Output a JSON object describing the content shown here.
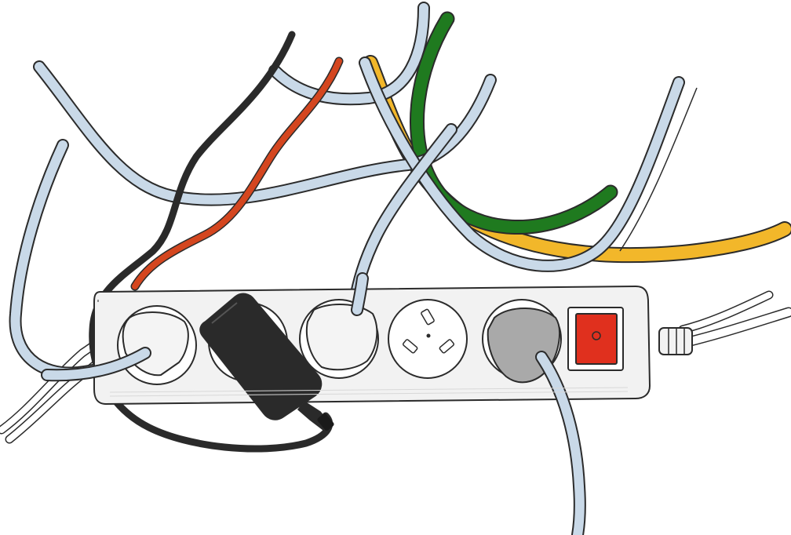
{
  "scene": {
    "subject": "power-strip-with-tangled-cables",
    "style": "hand-drawn-watercolor-sketch"
  },
  "colors": {
    "background": "#ffffff",
    "strip_body": "#f2f2f2",
    "outlet_face": "#ffffff",
    "switch_red": "#e0301e",
    "adapter_black": "#2a2a2a",
    "plug_grey": "#a9a9a9",
    "cable_light_blue": "#c9d9e8",
    "cable_black": "#2a2a2a",
    "cable_red": "#d4461f",
    "cable_green": "#1f7a1f",
    "cable_yellow": "#f2b72a",
    "cable_white": "#ffffff",
    "ink_outline": "#2b2b2b"
  },
  "power_strip": {
    "outlet_count": 5,
    "outlets": [
      {
        "position": 1,
        "state": "occupied",
        "plug": "white-plug-light-blue-cable"
      },
      {
        "position": 2,
        "state": "occupied",
        "plug": "black-power-adapter"
      },
      {
        "position": 3,
        "state": "occupied",
        "plug": "white-plug-light-blue-cable"
      },
      {
        "position": 4,
        "state": "empty",
        "plug": "none"
      },
      {
        "position": 5,
        "state": "occupied",
        "plug": "grey-plug-light-blue-cable"
      }
    ],
    "switch": {
      "color": "red",
      "icon": "power-switch-icon"
    }
  },
  "cables": [
    {
      "id": "light-blue",
      "count": 7
    },
    {
      "id": "black",
      "count": 1
    },
    {
      "id": "red",
      "count": 1
    },
    {
      "id": "green",
      "count": 1
    },
    {
      "id": "yellow",
      "count": 1
    },
    {
      "id": "white",
      "count": 2
    }
  ]
}
